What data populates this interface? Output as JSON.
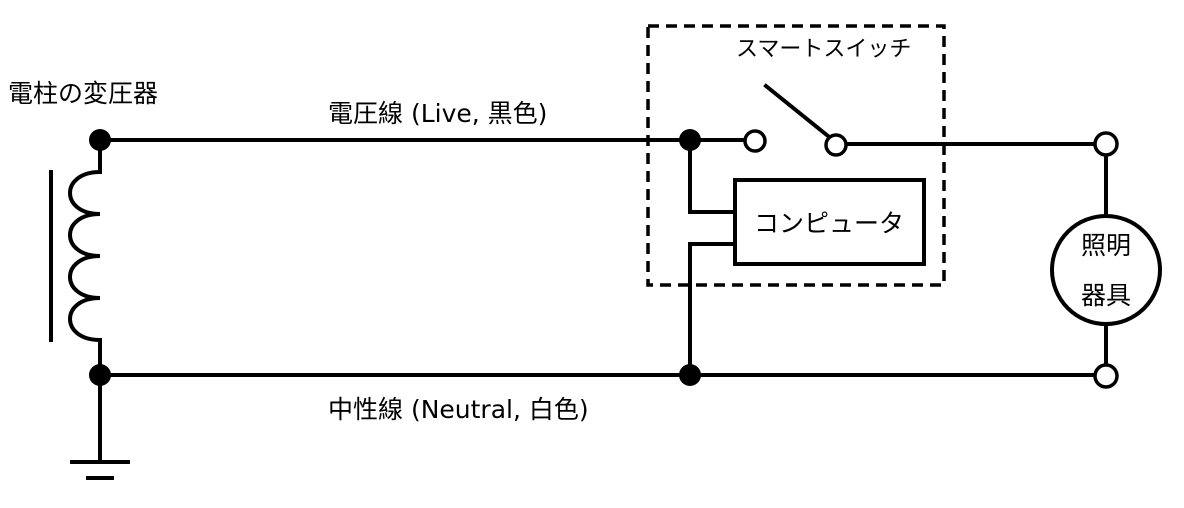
{
  "labels": {
    "transformer": "電柱の変圧器",
    "live_wire": "電圧線 (Live, 黒色)",
    "neutral_wire": "中性線 (Neutral, 白色)",
    "smart_switch": "スマートスイッチ",
    "computer": "コンピュータ",
    "lamp_line1": "照明",
    "lamp_line2": "器具"
  },
  "colors": {
    "line": "#000000",
    "background": "#ffffff"
  }
}
